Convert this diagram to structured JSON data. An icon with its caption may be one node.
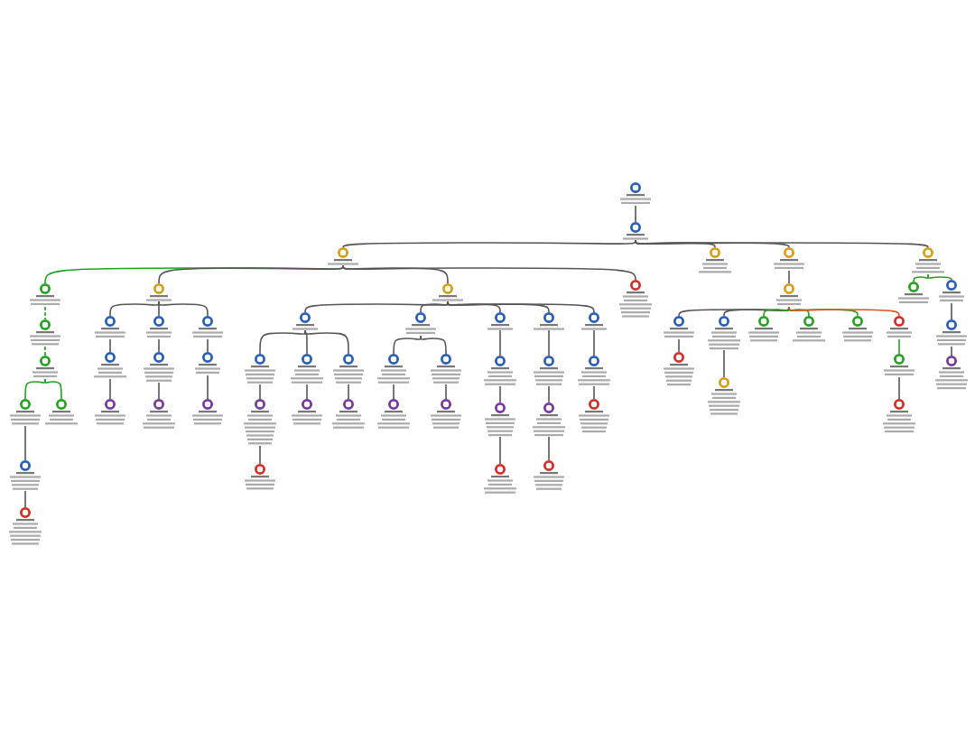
{
  "diagram": {
    "nodes": [
      {
        "text": [],
        "shape": "circle"
      },
      {
        "text": [],
        "shape": "circle"
      },
      {
        "text": [],
        "shape": "circle"
      },
      {
        "text": [],
        "shape": "circle"
      },
      {
        "text": [],
        "shape": "circle"
      },
      {
        "text": [],
        "shape": "circle"
      },
      {
        "text": [],
        "shape": "circle"
      },
      {
        "text": [],
        "shape": "circle"
      },
      {
        "text": [],
        "shape": "circle"
      },
      {
        "text": [],
        "shape": "circle"
      },
      {
        "text": [],
        "shape": "circle"
      },
      {
        "text": [],
        "shape": "circle"
      },
      {
        "text": [],
        "shape": "circle"
      },
      {
        "text": [],
        "shape": "circle"
      },
      {
        "text": [],
        "shape": "circle"
      },
      {
        "text": [],
        "shape": "circle"
      },
      {
        "text": [],
        "shape": "circle"
      },
      {
        "text": [],
        "shape": "circle"
      },
      {
        "text": [],
        "shape": "circle"
      },
      {
        "text": [],
        "shape": "circle"
      },
      {
        "text": [],
        "shape": "circle"
      },
      {
        "text": [],
        "shape": "circle"
      },
      {
        "text": [],
        "shape": "circle"
      },
      {
        "text": [],
        "shape": "circle"
      },
      {
        "text": [],
        "shape": "circle"
      },
      {
        "text": [],
        "shape": "circle"
      },
      {
        "text": [],
        "shape": "circle"
      },
      {
        "text": [],
        "shape": "circle"
      },
      {
        "text": [],
        "shape": "circle"
      },
      {
        "text": [],
        "shape": "circle"
      },
      {
        "text": [],
        "shape": "circle"
      },
      {
        "text": [],
        "shape": "circle"
      },
      {
        "text": [],
        "shape": "circle"
      },
      {
        "text": [],
        "shape": "circle"
      },
      {
        "text": [],
        "shape": "circle"
      },
      {
        "text": [],
        "shape": "circle"
      },
      {
        "text": [],
        "shape": "circle"
      },
      {
        "text": [],
        "shape": "circle"
      },
      {
        "text": [],
        "shape": "circle"
      },
      {
        "text": [],
        "shape": "circle"
      },
      {
        "text": [],
        "shape": "circle"
      },
      {
        "text": [],
        "shape": "circle"
      },
      {
        "text": [],
        "shape": "circle"
      },
      {
        "text": [],
        "shape": "circle"
      },
      {
        "text": [],
        "shape": "circle"
      },
      {
        "text": [],
        "shape": "circle"
      },
      {
        "text": [],
        "shape": "circle"
      },
      {
        "text": [],
        "shape": "circle"
      },
      {
        "text": [],
        "shape": "circle"
      },
      {
        "text": [],
        "shape": "circle"
      },
      {
        "text": [],
        "shape": "circle"
      },
      {
        "text": [],
        "shape": "circle"
      },
      {
        "text": [],
        "shape": "circle"
      },
      {
        "text": [],
        "shape": "circle"
      },
      {
        "text": [],
        "shape": "circle"
      },
      {
        "text": [],
        "shape": "circle"
      },
      {
        "text": [],
        "shape": "circle"
      },
      {
        "text": [],
        "shape": "circle"
      },
      {
        "text": [],
        "shape": "circle"
      },
      {
        "text": [],
        "shape": "circle"
      },
      {
        "text": [],
        "shape": "circle"
      },
      {
        "text": [],
        "shape": "circle"
      },
      {
        "text": [],
        "shape": "circle"
      },
      {
        "text": [],
        "shape": "circle"
      }
    ],
    "edges": [
      {
        "from": 0,
        "to": 1,
        "arrow": "none"
      },
      {
        "from": 1,
        "to": 2,
        "arrow": "none"
      },
      {
        "from": 1,
        "to": 3,
        "arrow": "none"
      },
      {
        "from": 1,
        "to": 4,
        "arrow": "none"
      },
      {
        "from": 1,
        "to": 5,
        "arrow": "none"
      },
      {
        "from": 2,
        "to": 6,
        "arrow": "none",
        "color": "#22a022"
      },
      {
        "from": 2,
        "to": 7,
        "arrow": "none"
      },
      {
        "from": 2,
        "to": 8,
        "arrow": "none"
      },
      {
        "from": 2,
        "to": 9,
        "arrow": "none"
      },
      {
        "from": 6,
        "to": 10,
        "arrow": "none",
        "style": "dashed",
        "color": "#22a022"
      },
      {
        "from": 10,
        "to": 11,
        "arrow": "none",
        "style": "dashed",
        "color": "#22a022"
      },
      {
        "from": 11,
        "to": 12,
        "arrow": "none",
        "color": "#22a022"
      },
      {
        "from": 11,
        "to": 13,
        "arrow": "none",
        "color": "#22a022"
      },
      {
        "from": 12,
        "to": 14,
        "arrow": "none"
      },
      {
        "from": 14,
        "to": 15,
        "arrow": "none"
      },
      {
        "from": 7,
        "to": 16,
        "arrow": "none"
      },
      {
        "from": 7,
        "to": 17,
        "arrow": "none"
      },
      {
        "from": 7,
        "to": 18,
        "arrow": "none"
      },
      {
        "from": 16,
        "to": 19,
        "arrow": "none"
      },
      {
        "from": 17,
        "to": 20,
        "arrow": "none"
      },
      {
        "from": 18,
        "to": 21,
        "arrow": "none"
      },
      {
        "from": 19,
        "to": 22,
        "arrow": "none"
      },
      {
        "from": 20,
        "to": 23,
        "arrow": "none"
      },
      {
        "from": 21,
        "to": 24,
        "arrow": "none"
      },
      {
        "from": 8,
        "to": 25,
        "arrow": "none"
      },
      {
        "from": 8,
        "to": 26,
        "arrow": "none"
      },
      {
        "from": 8,
        "to": 27,
        "arrow": "none"
      },
      {
        "from": 8,
        "to": 28,
        "arrow": "none"
      },
      {
        "from": 8,
        "to": 29,
        "arrow": "none"
      },
      {
        "from": 25,
        "to": 30,
        "arrow": "none"
      },
      {
        "from": 25,
        "to": 31,
        "arrow": "none"
      },
      {
        "from": 25,
        "to": 32,
        "arrow": "none"
      },
      {
        "from": 30,
        "to": 33,
        "arrow": "none"
      },
      {
        "from": 31,
        "to": 34,
        "arrow": "none"
      },
      {
        "from": 32,
        "to": 35,
        "arrow": "none"
      },
      {
        "from": 33,
        "to": 36,
        "arrow": "none"
      },
      {
        "from": 26,
        "to": 37,
        "arrow": "none"
      },
      {
        "from": 26,
        "to": 38,
        "arrow": "none"
      },
      {
        "from": 37,
        "to": 39,
        "arrow": "none"
      },
      {
        "from": 38,
        "to": 40,
        "arrow": "none"
      },
      {
        "from": 27,
        "to": 41,
        "arrow": "none"
      },
      {
        "from": 41,
        "to": 42,
        "arrow": "none"
      },
      {
        "from": 42,
        "to": 43,
        "arrow": "none"
      },
      {
        "from": 28,
        "to": 44,
        "arrow": "none"
      },
      {
        "from": 44,
        "to": 45,
        "arrow": "none"
      },
      {
        "from": 45,
        "to": 46,
        "arrow": "none"
      },
      {
        "from": 29,
        "to": 47,
        "arrow": "none"
      },
      {
        "from": 47,
        "to": 48,
        "arrow": "none"
      },
      {
        "from": 4,
        "to": 49,
        "arrow": "none"
      },
      {
        "from": 49,
        "to": 50,
        "arrow": "none"
      },
      {
        "from": 49,
        "to": 51,
        "arrow": "none"
      },
      {
        "from": 49,
        "to": 52,
        "arrow": "none",
        "color": "#22a022"
      },
      {
        "from": 49,
        "to": 53,
        "arrow": "none",
        "color": "#22a022"
      },
      {
        "from": 49,
        "to": 54,
        "arrow": "none",
        "color": "#22a022"
      },
      {
        "from": 49,
        "to": 55,
        "arrow": "none",
        "color": "#d9541e"
      },
      {
        "from": 50,
        "to": 56,
        "arrow": "none"
      },
      {
        "from": 51,
        "to": 57,
        "arrow": "none"
      },
      {
        "from": 55,
        "to": 58,
        "arrow": "none",
        "color": "#22a022"
      },
      {
        "from": 58,
        "to": 59,
        "arrow": "none"
      },
      {
        "from": 5,
        "to": 60,
        "arrow": "none",
        "color": "#22a022"
      },
      {
        "from": 5,
        "to": 61,
        "arrow": "none",
        "color": "#22a022"
      },
      {
        "from": 61,
        "to": 62,
        "arrow": "none"
      },
      {
        "from": 62,
        "to": 63,
        "arrow": "none"
      }
    ]
  }
}
